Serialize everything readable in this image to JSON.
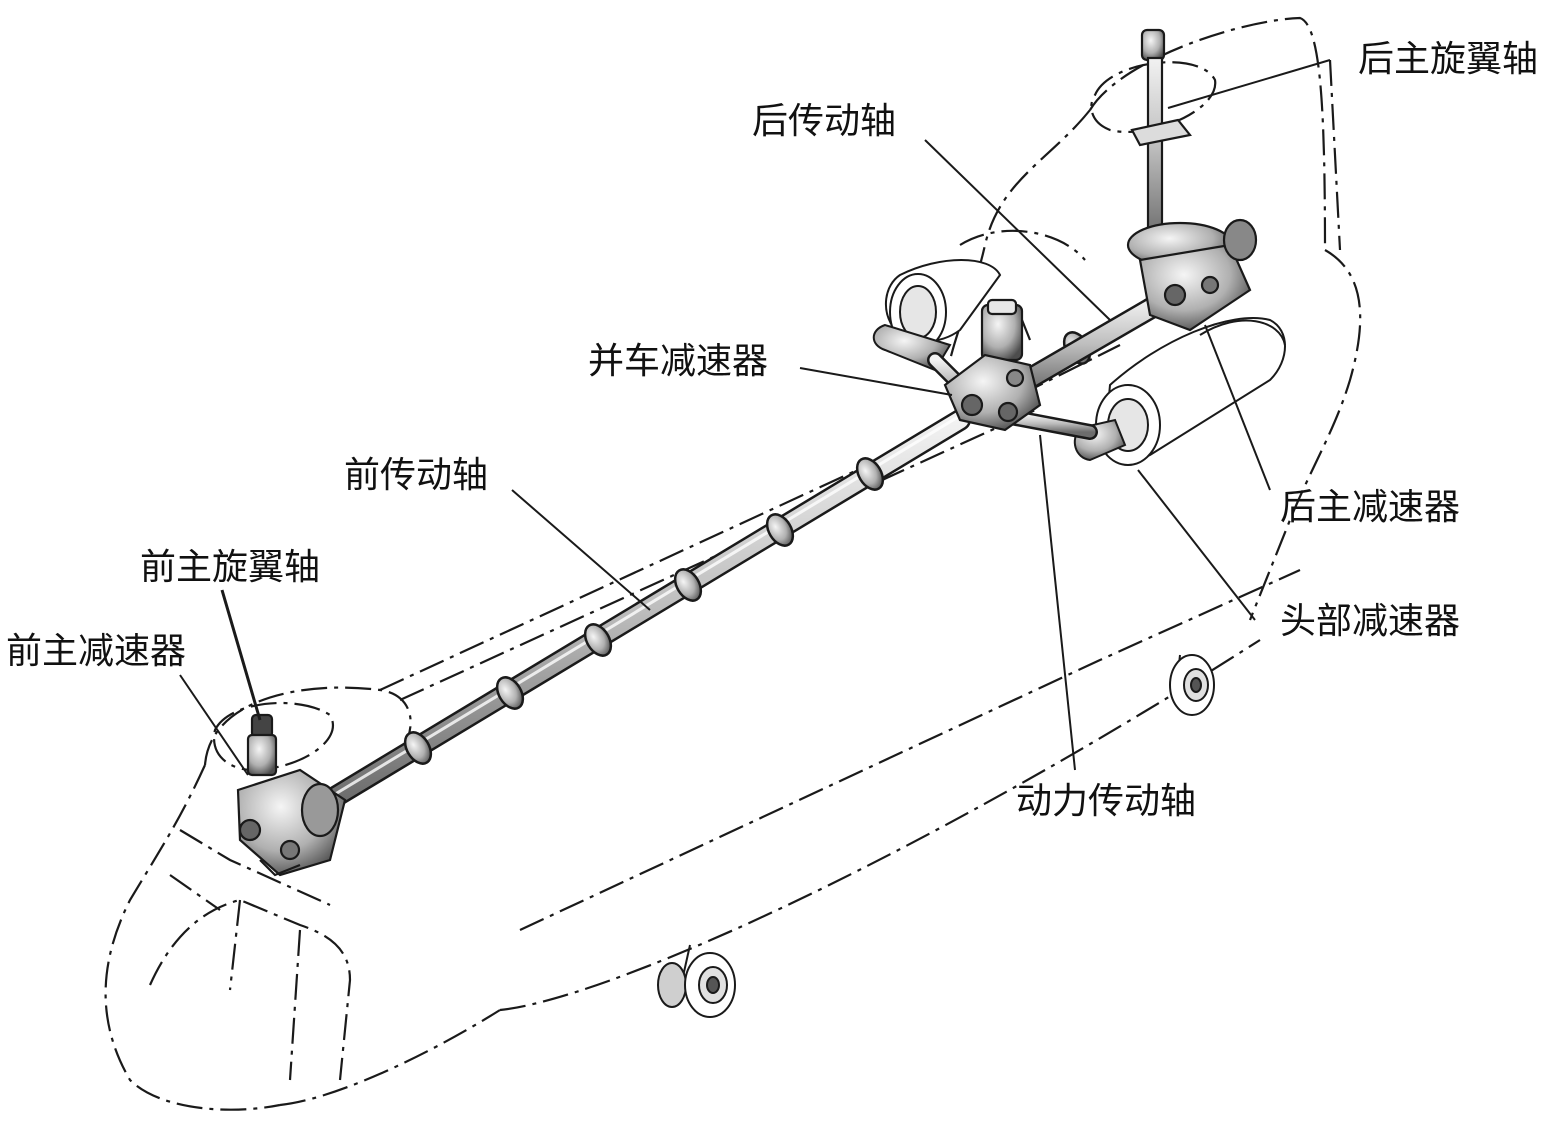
{
  "labels": {
    "rear_rotor_shaft": "后主旋翼轴",
    "rear_drive_shaft": "后传动轴",
    "combining_gearbox": "并车减速器",
    "front_drive_shaft": "前传动轴",
    "front_rotor_shaft": "前主旋翼轴",
    "front_main_gearbox": "前主减速器",
    "rear_main_gearbox": "后主减速器",
    "engine_nose_gearbox": "头部减速器",
    "power_drive_shaft": "动力传动轴"
  },
  "colors": {
    "line": "#1a1a1a",
    "part_fill": "#d9d9d9",
    "part_dark": "#555555",
    "background": "#ffffff"
  }
}
